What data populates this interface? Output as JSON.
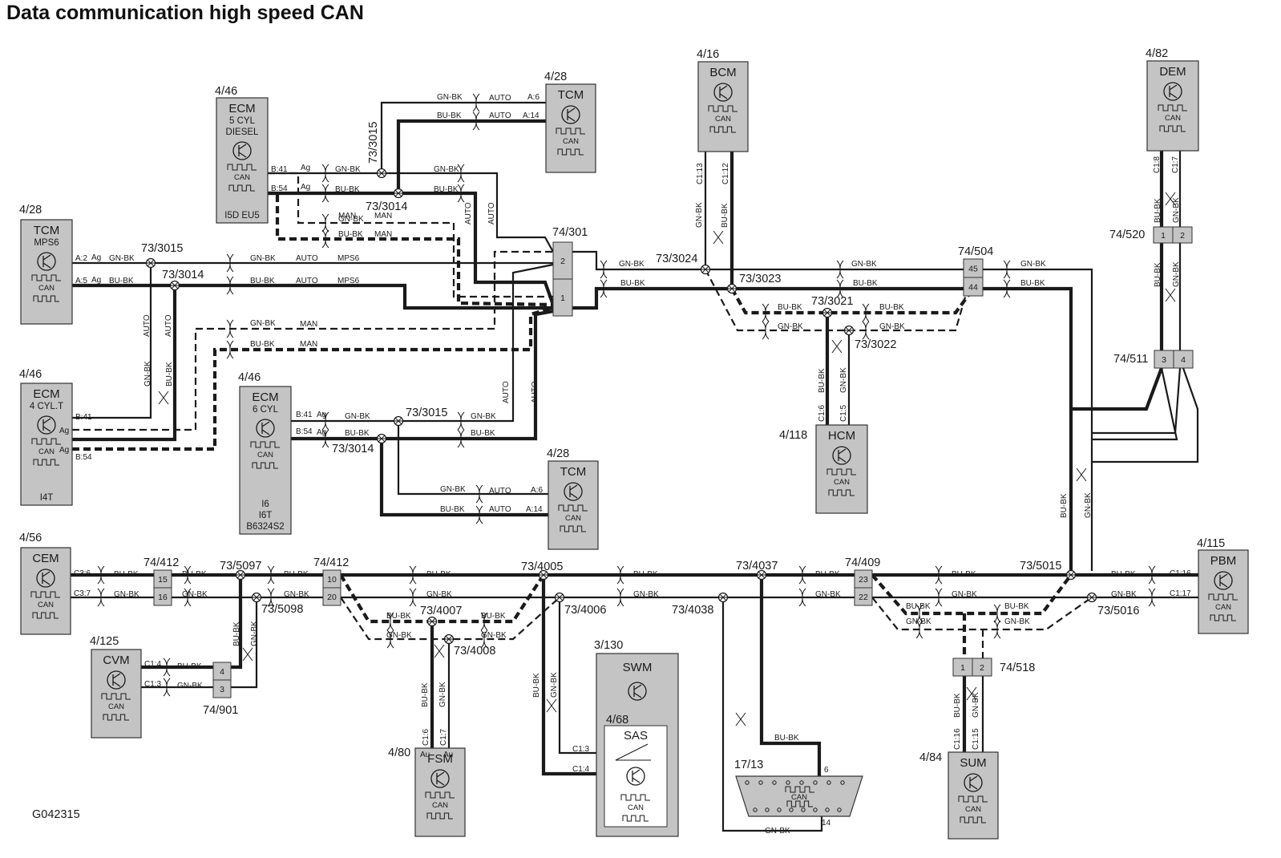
{
  "title": "Data communication high speed CAN",
  "figure_id": "G042315",
  "icon_names": [
    "transistor-icon",
    "square-wave-icon"
  ],
  "can_label": "CAN",
  "modules": {
    "ecm_diesel": {
      "ref": "4/46",
      "name": "ECM",
      "lines": [
        "5 CYL",
        "DIESEL"
      ],
      "foot": "I5D EU5"
    },
    "tcm_top": {
      "ref": "4/28",
      "name": "TCM"
    },
    "tcm_left": {
      "ref": "4/28",
      "name": "TCM",
      "lines": [
        "MPS6"
      ]
    },
    "ecm_4cyl": {
      "ref": "4/46",
      "name": "ECM",
      "lines": [
        "4 CYL.T"
      ],
      "foot": "I4T"
    },
    "ecm_6cyl": {
      "ref": "4/46",
      "name": "ECM",
      "lines": [
        "6 CYL"
      ],
      "foot_lines": [
        "I6",
        "I6T",
        "B6324S2"
      ]
    },
    "tcm_mid": {
      "ref": "4/28",
      "name": "TCM"
    },
    "bcm": {
      "ref": "4/16",
      "name": "BCM"
    },
    "dem": {
      "ref": "4/82",
      "name": "DEM"
    },
    "hcm": {
      "ref": "4/118",
      "name": "HCM"
    },
    "cem": {
      "ref": "4/56",
      "name": "CEM"
    },
    "cvm": {
      "ref": "4/125",
      "name": "CVM"
    },
    "fsm": {
      "ref": "4/80",
      "name": "FSM",
      "pins": [
        "Au",
        "Au"
      ]
    },
    "swm": {
      "ref": "3/130",
      "name": "SWM"
    },
    "sas": {
      "ref": "4/68",
      "name": "SAS"
    },
    "dlc": {
      "ref": "17/13",
      "pin_top": "6",
      "pin_bottom": "14"
    },
    "sum": {
      "ref": "4/84",
      "name": "SUM"
    },
    "pbm": {
      "ref": "4/115",
      "name": "PBM"
    }
  },
  "connectors": {
    "c74_301": {
      "ref": "74/301",
      "pins": [
        "2",
        "1"
      ]
    },
    "c74_504": {
      "ref": "74/504",
      "pins": [
        "45",
        "44"
      ]
    },
    "c74_520": {
      "ref": "74/520",
      "pins": [
        "1",
        "2"
      ]
    },
    "c74_511": {
      "ref": "74/511",
      "pins": [
        "3",
        "4"
      ]
    },
    "c74_412a": {
      "ref": "74/412",
      "pins": [
        "15",
        "16"
      ]
    },
    "c74_412b": {
      "ref": "74/412",
      "pins": [
        "10",
        "20"
      ]
    },
    "c74_409": {
      "ref": "74/409",
      "pins": [
        "23",
        "22"
      ]
    },
    "c74_518": {
      "ref": "74/518",
      "pins": [
        "1",
        "2"
      ]
    },
    "c74_901": {
      "ref": "74/901",
      "pins": [
        "4",
        "3"
      ]
    }
  },
  "splices": {
    "s3015a": "73/3015",
    "s3014a": "73/3014",
    "s3015b": "73/3015",
    "s3014b": "73/3014",
    "s3015c": "73/3015",
    "s3014c": "73/3014",
    "s3024": "73/3024",
    "s3023": "73/3023",
    "s3021": "73/3021",
    "s3022": "73/3022",
    "s5097": "73/5097",
    "s5098": "73/5098",
    "s4005": "73/4005",
    "s4006": "73/4006",
    "s4007": "73/4007",
    "s4008": "73/4008",
    "s4037": "73/4037",
    "s4038": "73/4038",
    "s5015": "73/5015",
    "s5016": "73/5016"
  },
  "wire_colors": {
    "gn": "GN-BK",
    "bu": "BU-BK"
  },
  "variants": {
    "auto": "AUTO",
    "man": "MAN",
    "mps6": "MPS6"
  },
  "ground_tag": "Ag",
  "pins": {
    "b41": "B:41",
    "b54": "B:54",
    "a2": "A:2",
    "a5": "A:5",
    "a6": "A:6",
    "a14": "A:14",
    "c1_13": "C1:13",
    "c1_12": "C1:12",
    "c1_8": "C1:8",
    "c1_7": "C1:7",
    "c1_6": "C1:6",
    "c1_5": "C1:5",
    "c3_6": "C3:6",
    "c3_7": "C3:7",
    "c1_4": "C1:4",
    "c1_3": "C1:3",
    "c1_16": "C1:16",
    "c1_17": "C1:17",
    "c1_15": "C1:15"
  }
}
